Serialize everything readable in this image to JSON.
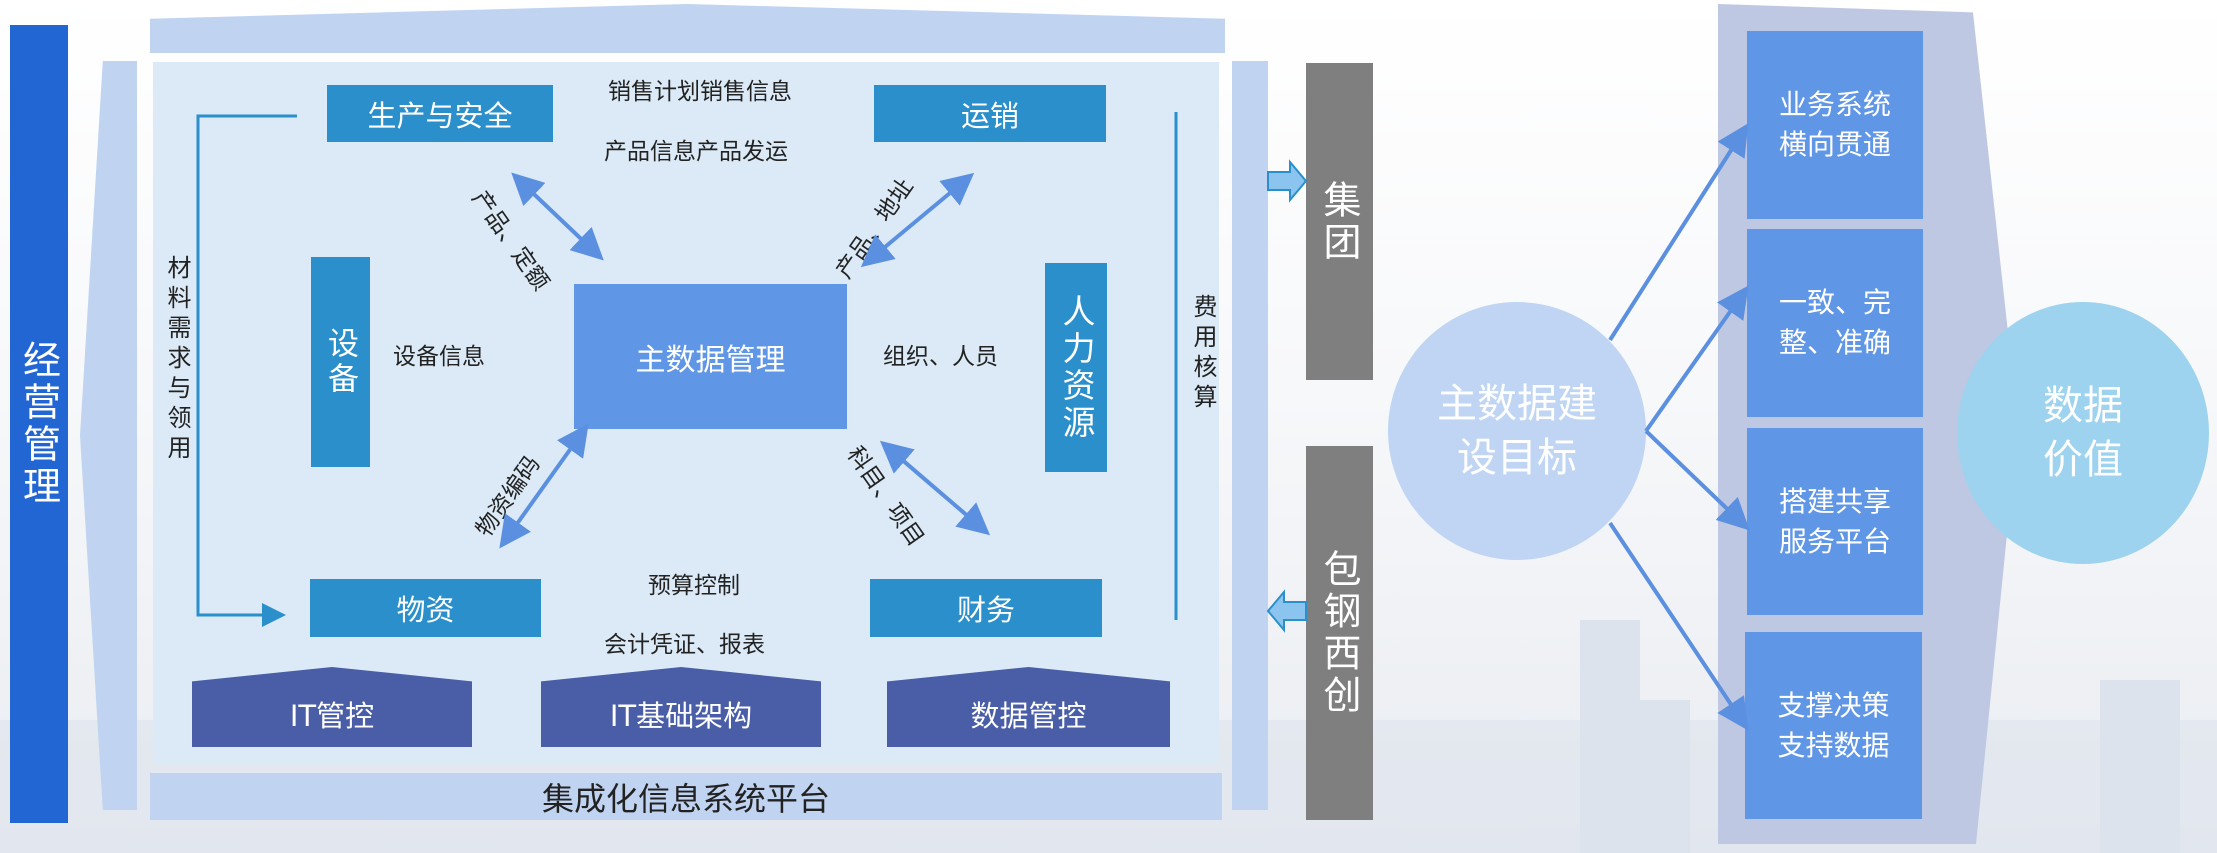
{
  "left_bar": "经营管理",
  "platform": "集成化信息系统平台",
  "top_labels": [
    "销售计划销售信息",
    "产品信息产品发运"
  ],
  "bottom_labels": [
    "预算控制",
    "会计凭证、报表"
  ],
  "modules": {
    "production": "生产与安全",
    "sales": "运销",
    "equipment": "设备",
    "hr": "人力资源",
    "materials": "物资",
    "finance": "财务",
    "core": "主数据管理"
  },
  "flows": {
    "equipment_info": "设备信息",
    "org_people": "组织、人员",
    "product_quota": "产品、定额",
    "product_address": "产品、地址",
    "material_code": "物资编码",
    "subject_project": "科目、项目",
    "material_demand": "材料需求与领用",
    "cost_accounting": "费用核算"
  },
  "foundation": [
    "IT管控",
    "IT基础架构",
    "数据管控"
  ],
  "external": [
    "集团",
    "包钢西创"
  ],
  "goal_circle": "主数据建设目标",
  "goals": [
    "业务系统横向贯通",
    "一致、完整、准确",
    "搭建共享服务平台",
    "支撑决策支持数据"
  ],
  "goals_lines": [
    [
      "业务系统",
      "横向贯通"
    ],
    [
      "一致、完",
      "整、准确"
    ],
    [
      "搭建共享",
      "服务平台"
    ],
    [
      "支撑决策",
      "支持数据"
    ]
  ],
  "value_circle": "数据价值",
  "colors": {
    "left_bar": "#2266d4",
    "module": "#2a8fca",
    "core": "#6096e6",
    "foundation": "#4a5ea8",
    "external": "#7f7f7f",
    "goal_circle": "#bfd5f3",
    "value_circle": "#9dd3ee"
  }
}
